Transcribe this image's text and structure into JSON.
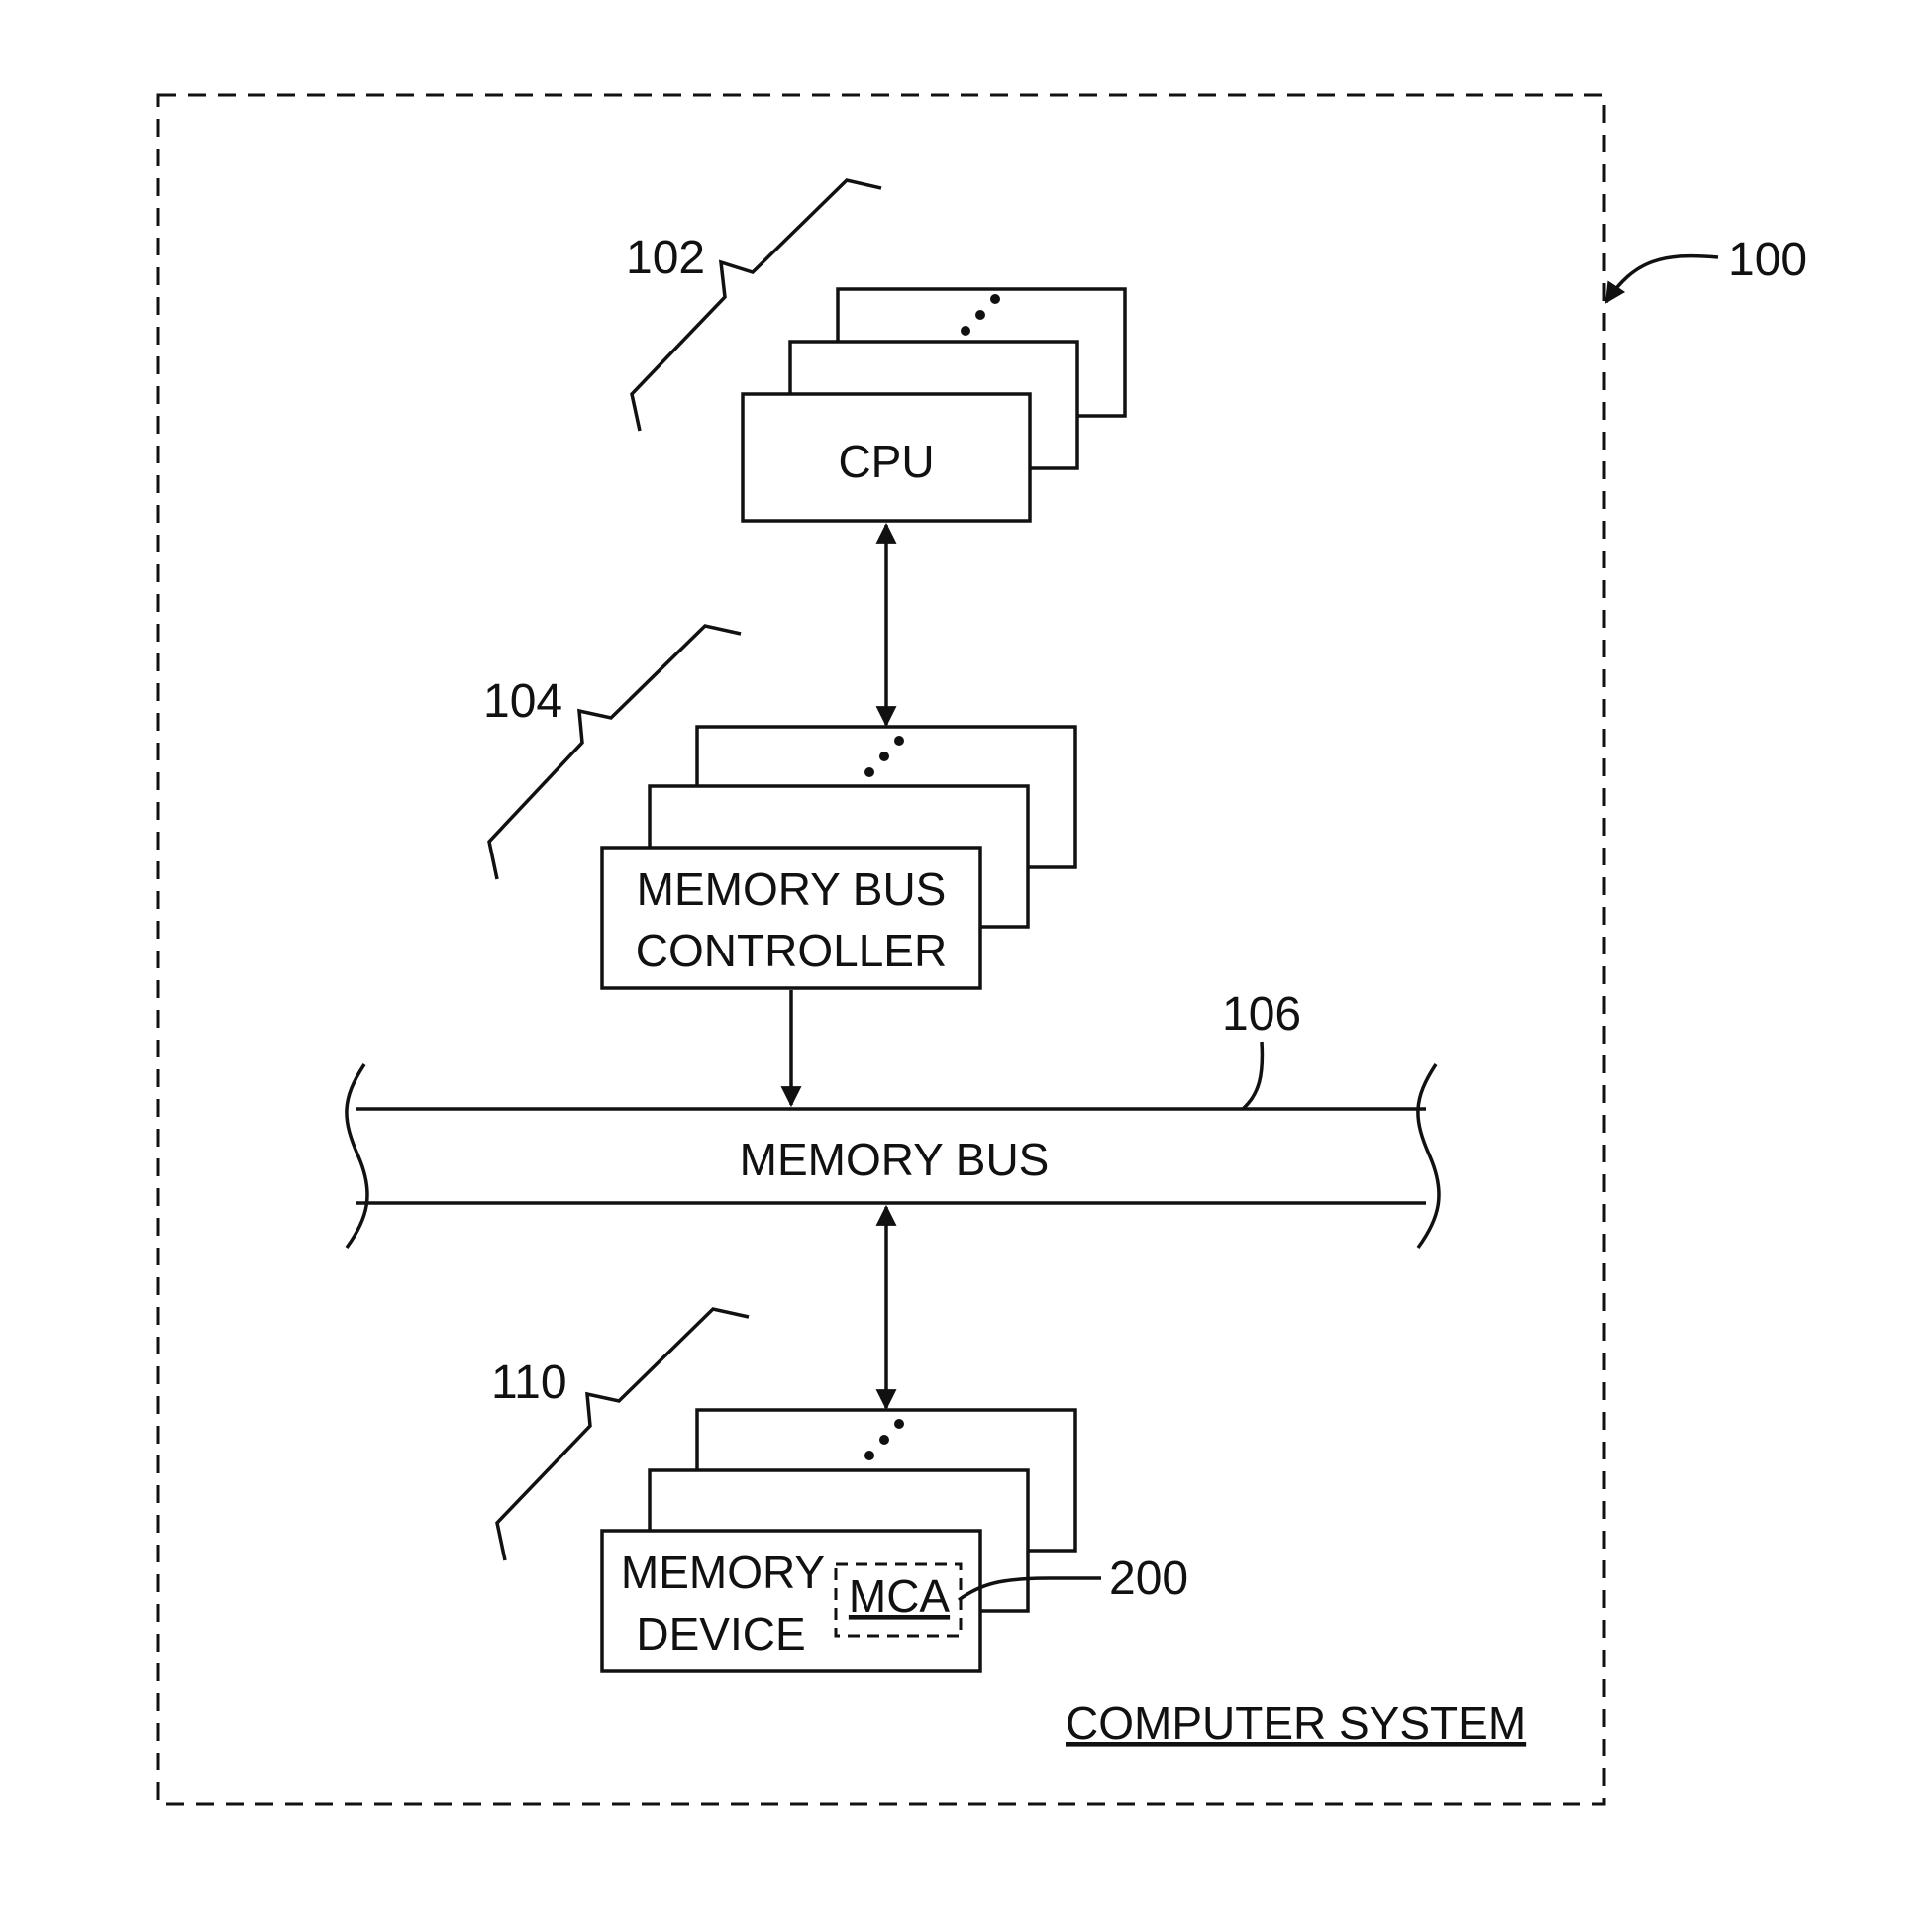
{
  "system_label": "COMPUTER SYSTEM",
  "refs": {
    "system": "100",
    "cpus": "102",
    "controllers": "104",
    "bus": "106",
    "devices": "110",
    "mca": "200"
  },
  "blocks": {
    "cpu": "CPU",
    "controller_line1": "MEMORY BUS",
    "controller_line2": "CONTROLLER",
    "bus": "MEMORY BUS",
    "device_line1": "MEMORY",
    "device_line2": "DEVICE",
    "mca": "MCA"
  }
}
